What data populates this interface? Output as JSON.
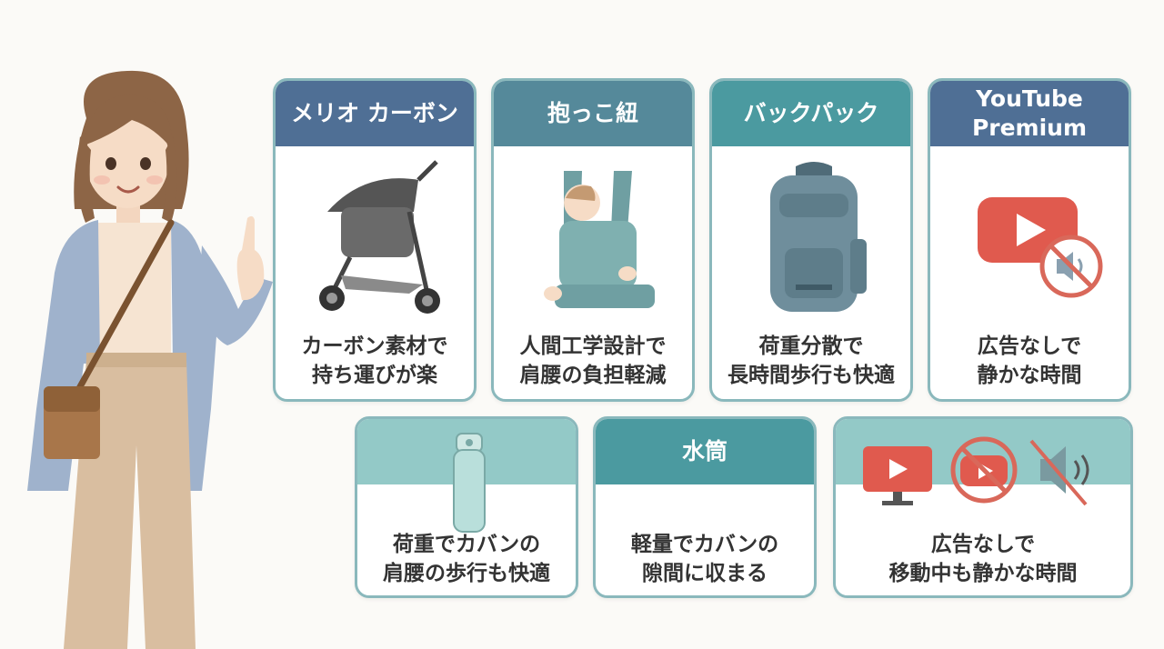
{
  "cards": [
    {
      "title": "メリオ カーボン",
      "desc": [
        "カーボン素材で",
        "持ち運びが楽"
      ],
      "header_color": "#4f6f95",
      "icon": "stroller-icon"
    },
    {
      "title": "抱っこ紐",
      "desc": [
        "人間工学設計で",
        "肩腰の負担軽減"
      ],
      "header_color": "#55899a",
      "icon": "baby-carrier-icon"
    },
    {
      "title": "バックパック",
      "desc": [
        "荷重分散で",
        "長時間歩行も快適"
      ],
      "header_color": "#4b9aa0",
      "icon": "backpack-icon"
    },
    {
      "title": "YouTube\nPremium",
      "desc": [
        "広告なしで",
        "静かな時間"
      ],
      "header_color": "#4f6f95",
      "icon": "muted-youtube-icon"
    },
    {
      "title": "",
      "desc": [
        "荷重でカバンの",
        "肩腰の歩行も快適"
      ],
      "header_color": "#93c9c7",
      "icon": "water-bottle-icon"
    },
    {
      "title": "水筒",
      "desc": [
        "軽量でカバンの",
        "隙間に収まる"
      ],
      "header_color": "#4b9aa0",
      "icon": ""
    },
    {
      "title": "",
      "desc": [
        "広告なしで",
        "移動中も静かな時間"
      ],
      "header_color": "#93c9c7",
      "icon": "no-ads-icons"
    }
  ],
  "colors": {
    "card_border": "#8ab8bc",
    "text": "#333333",
    "youtube_red": "#e05a4e",
    "prohibit": "#d9685a"
  }
}
